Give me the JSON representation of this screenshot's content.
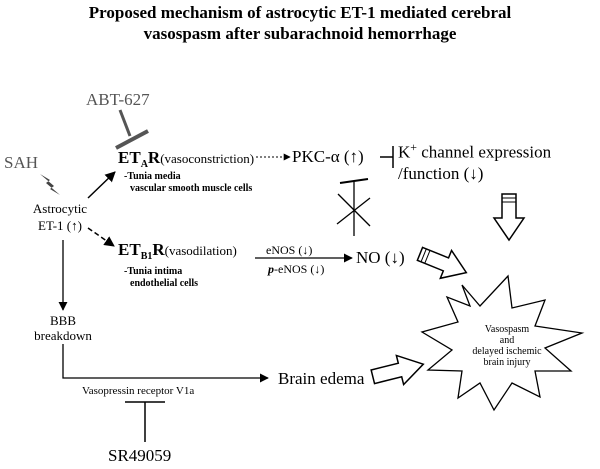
{
  "title": {
    "line1": "Proposed mechanism of astrocytic ET-1 mediated cerebral",
    "line2": "vasospasm after subarachnoid hemorrhage"
  },
  "nodes": {
    "abt627": "ABT-627",
    "sah": "SAH",
    "astrocytic_line1": "Astrocytic",
    "astrocytic_line2": "ET-1 (↑)",
    "eta_main": "ET",
    "eta_sub": "A",
    "eta_r": "R",
    "eta_role": "(vasoconstriction)",
    "eta_loc1": "-Tunia media",
    "eta_loc2": "vascular smooth muscle cells",
    "pkc": "PKC-α (↑)",
    "k_channel_k": "K",
    "k_channel_sup": "+",
    "k_channel_line1": " channel expression",
    "k_channel_line2": "/function (↓)",
    "etb_main": "ET",
    "etb_sub": "B1",
    "etb_r": "R",
    "etb_role": "(vasodilation)",
    "etb_loc1": "-Tunia intima",
    "etb_loc2": "endothelial cells",
    "enos": "eNOS (↓)",
    "penos_p": "p",
    "penos_rest": "-eNOS (↓)",
    "no": "NO (↓)",
    "bbb_line1": "BBB",
    "bbb_line2": "breakdown",
    "brain_edema": "Brain edema",
    "vasopressin": "Vasopressin receptor V1a",
    "sr49059": "SR49059",
    "outcome_line1": "Vasospasm",
    "outcome_line2": "and",
    "outcome_line3": "delayed ischemic",
    "outcome_line4": "brain injury"
  },
  "colors": {
    "inhibitor_gray": "#555555",
    "line": "#000000"
  }
}
